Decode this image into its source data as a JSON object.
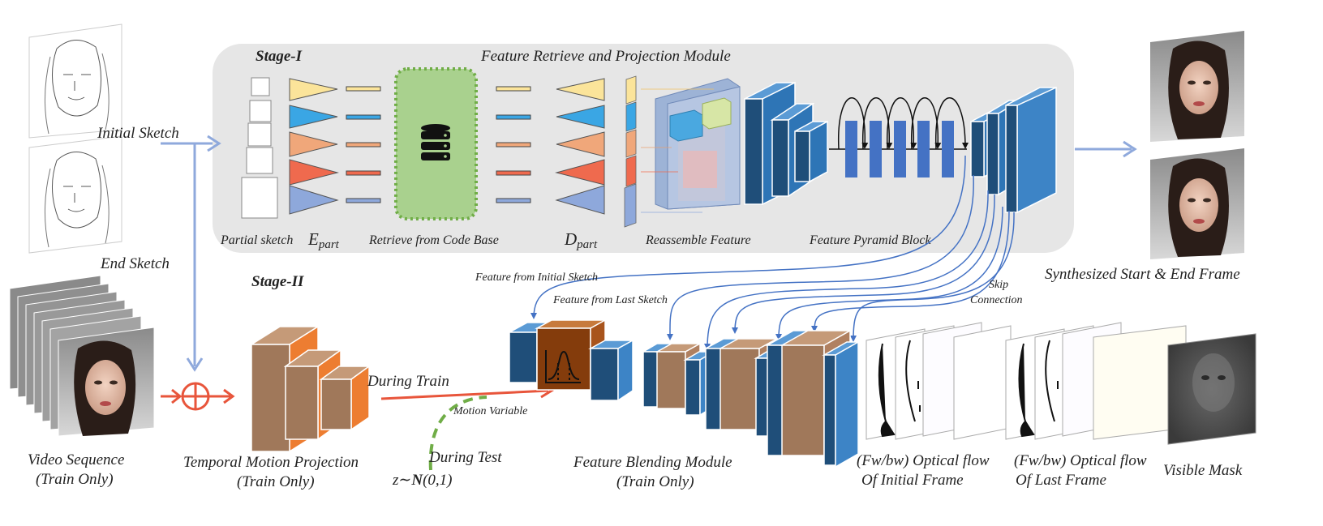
{
  "stage1": {
    "title": "Stage-I",
    "module_title": "Feature Retrieve and Projection Module",
    "partial_sketch": "Partial sketch",
    "encoder_main": "E",
    "encoder_sub": "part",
    "retrieve": "Retrieve from Code Base",
    "decoder_main": "D",
    "decoder_sub": "part",
    "reassemble": "Reassemble Feature",
    "pyramid": "Feature Pyramid Block"
  },
  "stage2": {
    "title": "Stage-II",
    "feat_initial": "Feature  from Initial Sketch",
    "feat_last": "Feature  from Last Sketch",
    "skip_line1": "Skip",
    "skip_line2": "Connection",
    "during_train": "During Train",
    "motion_variable": "Motion Variable",
    "during_test": "During Test",
    "noise_z": "z∼",
    "noise_n": "N",
    "noise_args": "(0,1)",
    "tmp_line1": "Temporal Motion Projection",
    "tmp_line2": "(Train Only)",
    "fbm_line1": "Feature Blending Module",
    "fbm_line2": "(Train Only)"
  },
  "inputs": {
    "initial_sketch": "Initial Sketch",
    "end_sketch": "End Sketch",
    "video_line1": "Video Sequence",
    "video_line2": "(Train Only)"
  },
  "outputs": {
    "synth": "Synthesized Start & End Frame",
    "flow_init_line1": "(Fw/bw) Optical flow",
    "flow_init_line2": "Of  Initial Frame",
    "flow_last_line1": "(Fw/bw) Optical flow",
    "flow_last_line2": "Of  Last Frame",
    "mask": "Visible Mask"
  },
  "colors": {
    "module_bg": "#e6e6e6",
    "yellow": "#fbe49a",
    "blue": "#3aa6e4",
    "orange": "#f0a77a",
    "red": "#ef6a4e",
    "periwinkle": "#8ea8db",
    "codebase_fill": "#a9d18e",
    "codebase_border": "#70ad47",
    "cube_dark": "#1f4e79",
    "cube_mid": "#2e75b6",
    "cube_light": "#5b9bd5",
    "brown": "#a0785a",
    "orange_face": "#ed7d31",
    "arrow_blue": "#8fa9dc",
    "arrow_red": "#e8553b",
    "line_blue": "#4472c4",
    "dash_green": "#70ad47"
  }
}
